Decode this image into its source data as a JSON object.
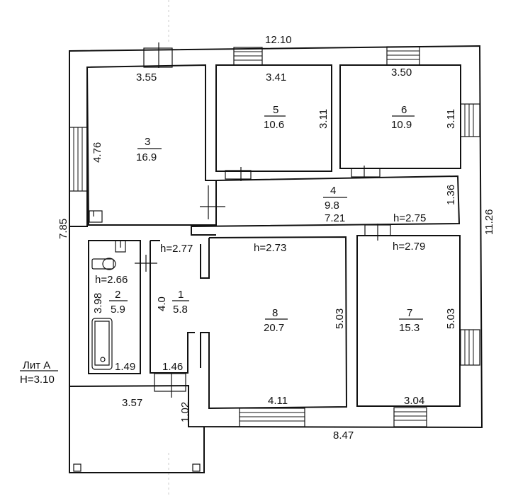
{
  "plan": {
    "lit": {
      "name": "Лит А",
      "height": "H=3.10"
    },
    "overall": {
      "top": "12.10",
      "left": "7.85",
      "right": "11.26",
      "bottom": "8.47"
    },
    "rooms": [
      {
        "id": "1",
        "area": "5.8",
        "dim_v": "4.0",
        "dim_h": "1.46",
        "height": "h=2.77"
      },
      {
        "id": "2",
        "area": "5.9",
        "dim_v": "3.98",
        "dim_h": "1.49",
        "height": "h=2.66"
      },
      {
        "id": "3",
        "area": "16.9",
        "dim_h": "3.55",
        "dim_v": "4.76"
      },
      {
        "id": "4",
        "area": "9.8",
        "dim_h": "7.21",
        "dim_v": "1.36",
        "height": "h=2.75"
      },
      {
        "id": "5",
        "area": "10.6",
        "dim_h": "3.41",
        "dim_v": "3.11"
      },
      {
        "id": "6",
        "area": "10.9",
        "dim_h": "3.50",
        "dim_v": "3.11"
      },
      {
        "id": "7",
        "area": "15.3",
        "dim_h": "3.04",
        "dim_v": "5.03",
        "height": "h=2.79"
      },
      {
        "id": "8",
        "area": "20.7",
        "dim_h": "4.11",
        "dim_v": "5.03",
        "height": "h=2.73"
      }
    ],
    "annex": {
      "dim_h": "3.57",
      "dim_v": "1.02"
    }
  }
}
